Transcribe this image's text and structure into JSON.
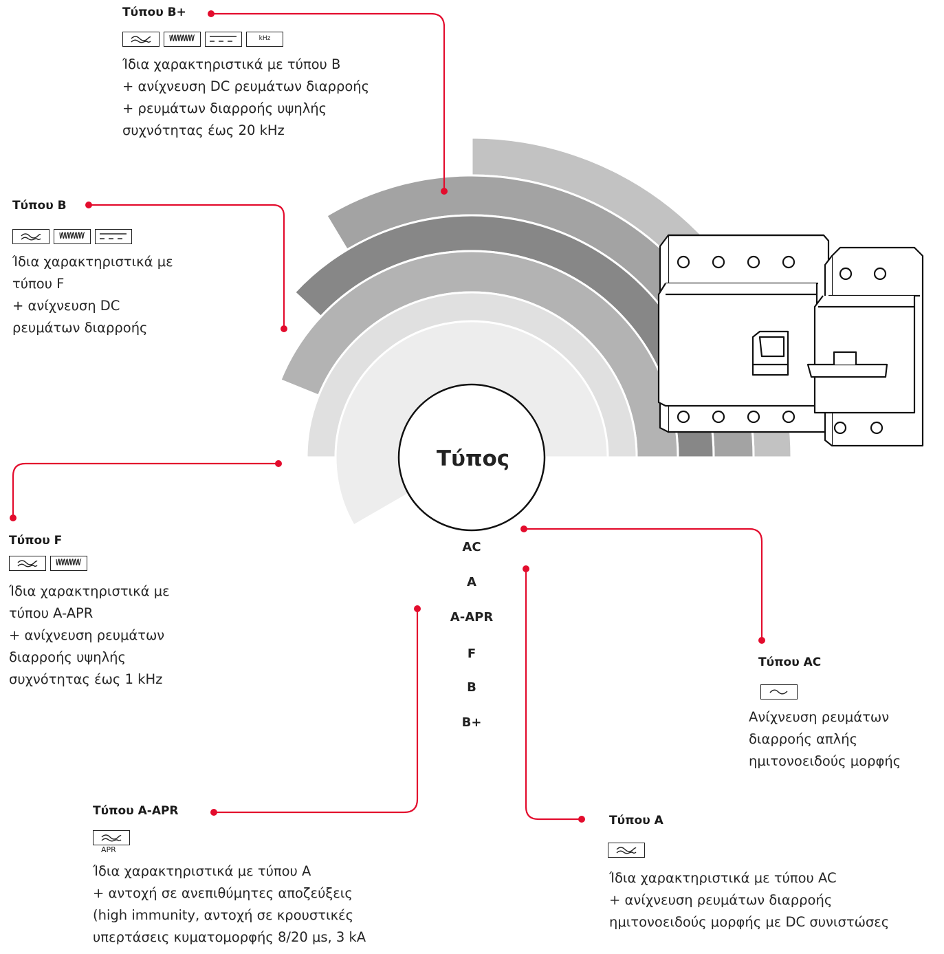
{
  "center": {
    "label": "Τύπος"
  },
  "rings": [
    "AC",
    "A",
    "A-APR",
    "F",
    "B",
    "B+"
  ],
  "types": {
    "bplus": {
      "title": "Τύπου B+",
      "icons": [
        "sine-pulse-icon",
        "hf-wave-icon",
        "dc-icon",
        "khz-icon"
      ],
      "khz_label": "kHz",
      "lines": [
        "Ίδια χαρακτηριστικά με τύπου B",
        "+ ανίχνευση DC ρευμάτων διαρροής",
        "+ ρευμάτων διαρροής υψηλής",
        "συχνότητας έως 20 kHz"
      ]
    },
    "b": {
      "title": "Τύπου B",
      "icons": [
        "sine-pulse-icon",
        "hf-wave-icon",
        "dc-icon"
      ],
      "lines": [
        "Ίδια χαρακτηριστικά με",
        "τύπου F",
        "+ ανίχνευση DC",
        "ρευμάτων διαρροής"
      ]
    },
    "f": {
      "title": "Τύπου F",
      "icons": [
        "sine-pulse-icon",
        "hf-wave-icon"
      ],
      "lines": [
        "Ίδια χαρακτηριστικά με",
        "τύπου A-APR",
        "+ ανίχνευση ρευμάτων",
        "διαρροής υψηλής",
        "συχνότητας έως 1 kHz"
      ]
    },
    "aapr": {
      "title": "Τύπου A-APR",
      "icons": [
        "sine-pulse-apr-icon"
      ],
      "apr_label": "APR",
      "lines": [
        "Ίδια χαρακτηριστικά με τύπου A",
        "+ αντοχή σε ανεπιθύμητες αποζεύξεις",
        "(high immunity, αντοχή σε κρουστικές",
        "υπερτάσεις κυματομορφής 8/20 μs, 3 kA"
      ]
    },
    "a": {
      "title": "Τύπου A",
      "icons": [
        "sine-pulse-icon"
      ],
      "lines": [
        "Ίδια χαρακτηριστικά με τύπου AC",
        "+ ανίχνευση ρευμάτων διαρροής",
        "ημιτονοειδούς μορφής με DC συνιστώσες"
      ]
    },
    "ac": {
      "title": "Τύπου AC",
      "icons": [
        "sine-icon"
      ],
      "lines": [
        "Ανίχνευση ρευμάτων",
        "διαρροής απλής",
        "ημιτονοειδούς μορφής"
      ]
    }
  },
  "colors": {
    "ring_ac": "#ededed",
    "ring_a": "#e0e0e0",
    "ring_aapr": "#b3b3b3",
    "ring_f": "#878787",
    "ring_b": "#a3a3a3",
    "ring_bplus": "#c2c2c2",
    "accent_red": "#e30c2d",
    "outline": "#111111"
  }
}
